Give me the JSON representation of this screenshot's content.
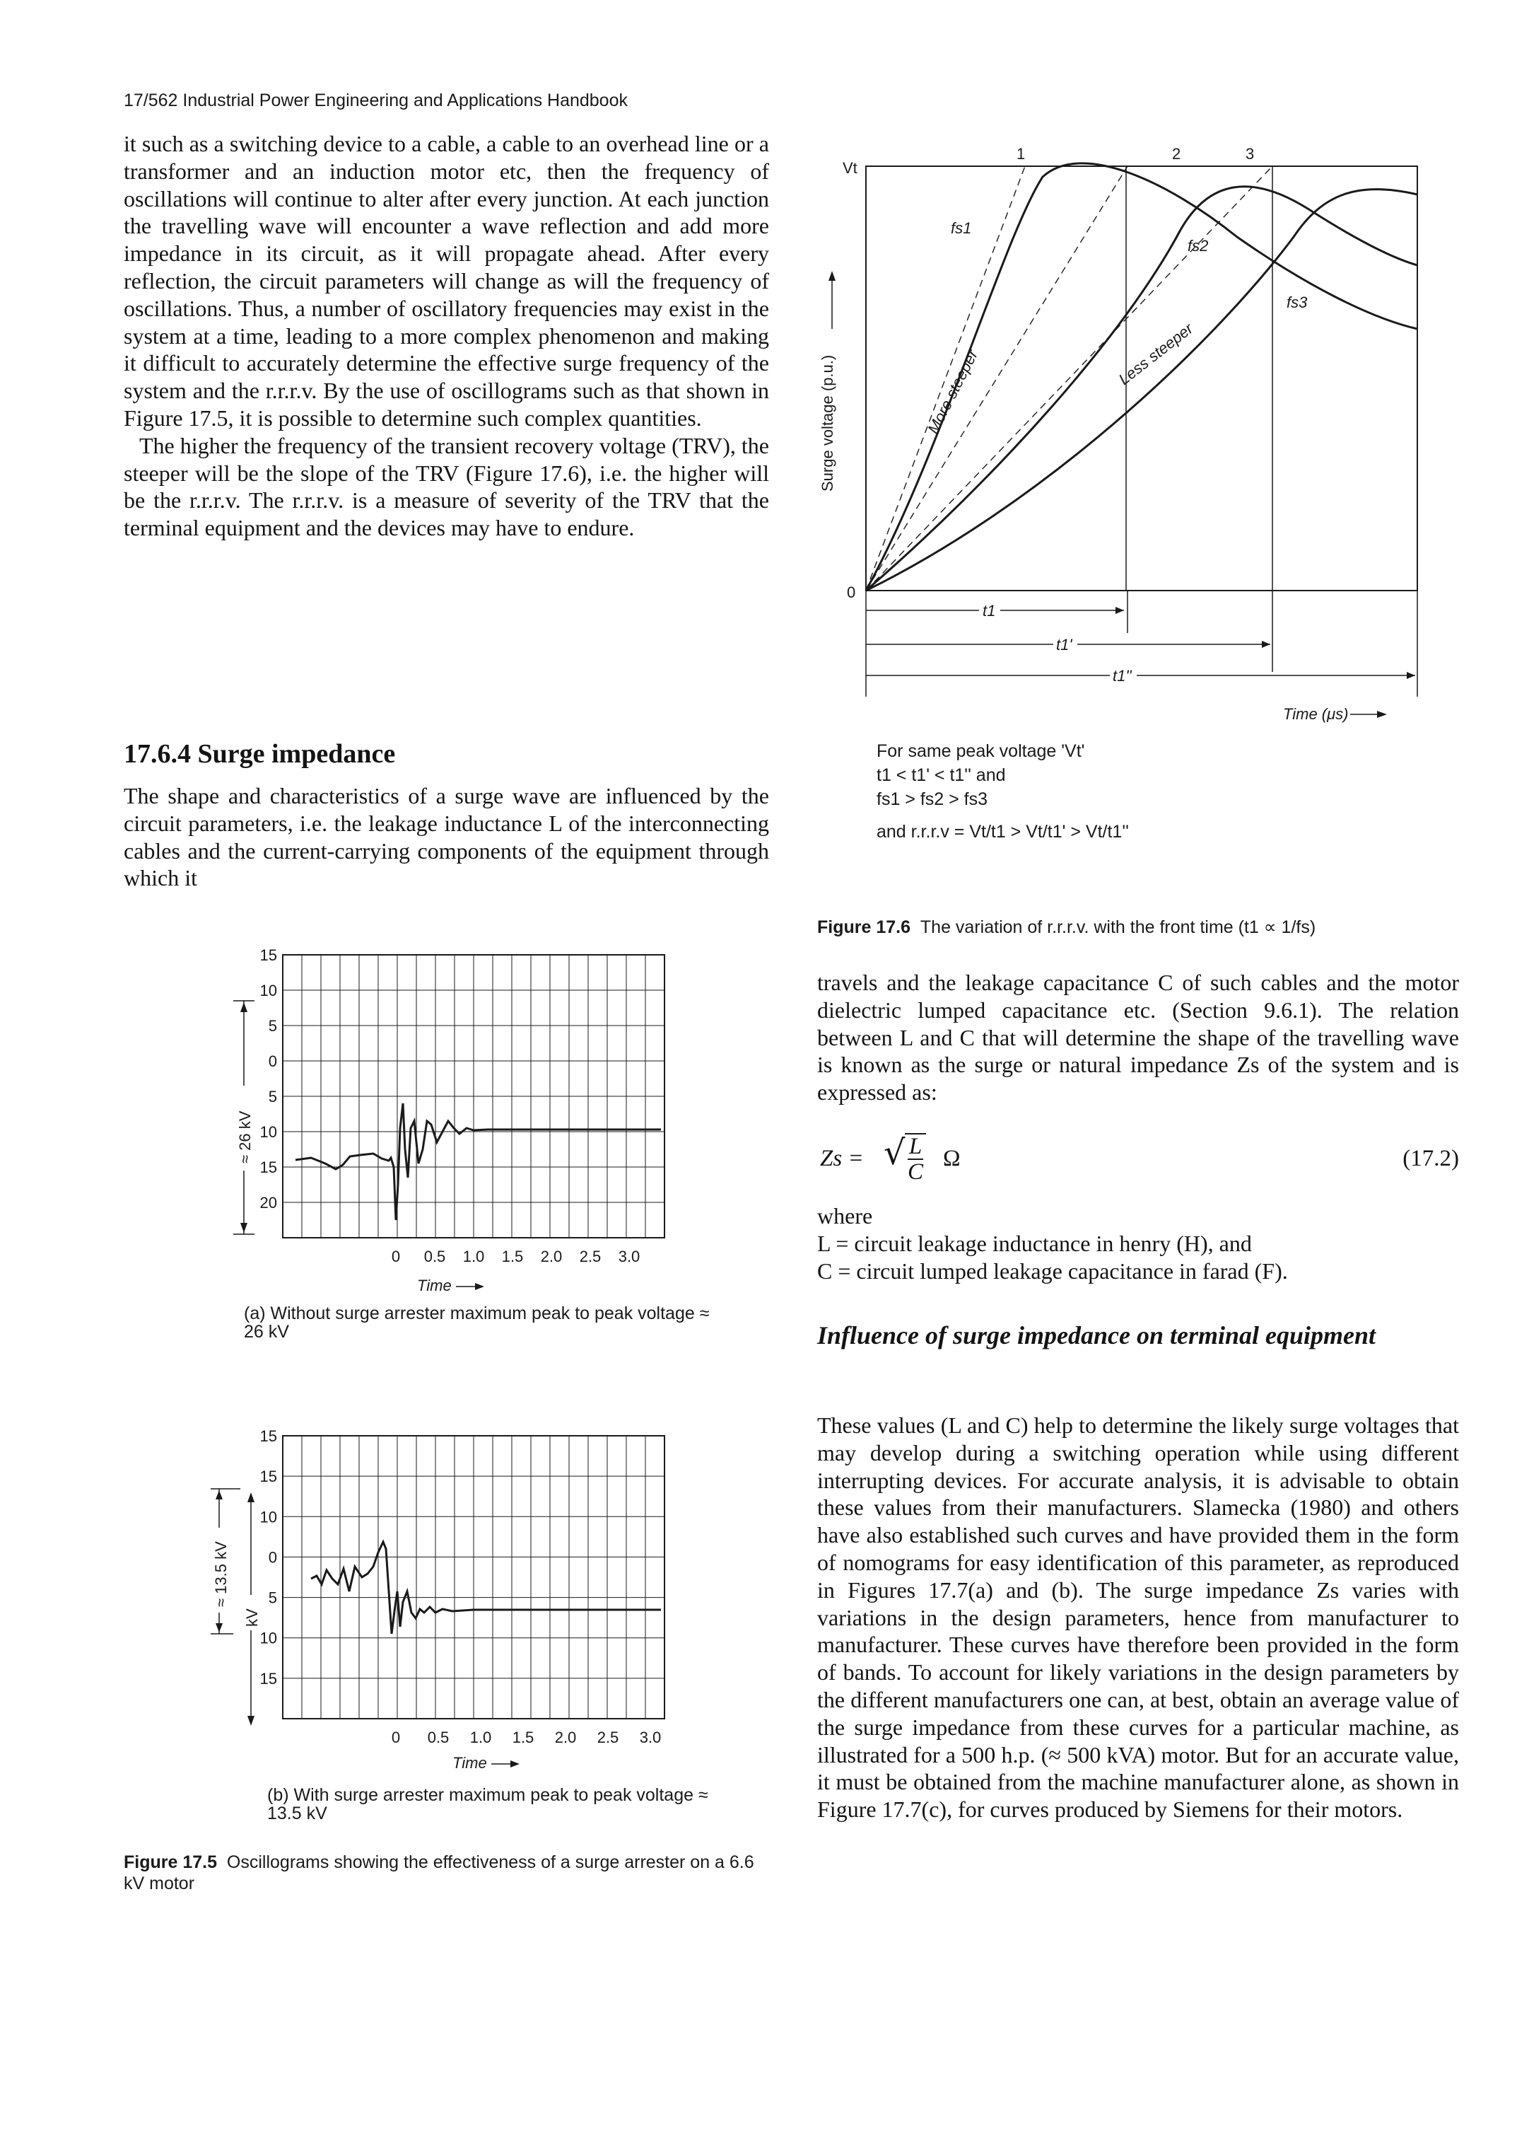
{
  "header": "17/562 Industrial Power Engineering and Applications Handbook",
  "left_top_paragraphs": [
    "it such as a switching device to a cable, a cable to an overhead line or a transformer and an induction motor etc, then the frequency of oscillations will continue to alter after every junction. At each junction the travelling wave will encounter a wave reflection and add more impedance in its circuit, as it will propagate ahead. After every reflection, the circuit parameters will change as will the frequency of oscillations. Thus, a number of oscillatory frequencies may exist in the system at a time, leading to a more complex phenomenon and making it difficult to accurately determine the effective surge frequency of the system and the r.r.r.v. By the use of oscillograms such as that shown in Figure 17.5, it is possible to determine such complex quantities.",
    "The higher the frequency of the transient recovery voltage (TRV), the steeper will be the slope of the TRV (Figure 17.6), i.e. the higher will be the r.r.r.v. The r.r.r.v. is a measure of severity of the TRV that the terminal equipment and the devices may have to endure."
  ],
  "section_title": "17.6.4 Surge impedance",
  "left_section_text": "The shape and characteristics of a surge wave are influenced by the circuit parameters, i.e. the leakage inductance L of the interconnecting cables and the current-carrying components of the equipment through which it",
  "right_section_text": "travels and the leakage capacitance C of such cables and the motor dielectric lumped capacitance etc. (Section 9.6.1). The relation between L and C that will determine the shape of the travelling wave is known as the surge or natural impedance Zs of the system and is expressed as:",
  "equation": {
    "lhs": "Zs =",
    "numer": "L",
    "denom": "C",
    "unit": "Ω",
    "number": "(17.2)"
  },
  "where": "where",
  "defs": [
    "L = circuit leakage inductance in henry (H), and",
    "C = circuit lumped leakage capacitance in farad (F)."
  ],
  "subsection_title": "Influence of surge impedance on terminal equipment",
  "subsection_text": "These values (L and C) help to determine the likely surge voltages that may develop during a switching operation while using different interrupting devices. For accurate analysis, it is advisable to obtain these values from their manufacturers. Slamecka (1980) and others have also established such curves and have provided them in the form of nomograms for easy identification of this parameter, as reproduced in Figures 17.7(a) and (b). The surge impedance Zs varies with variations in the design parameters, hence from manufacturer to manufacturer. These curves have therefore been provided in the form of bands. To account for likely variations in the design parameters by the different manufacturers one can, at best, obtain an average value of the surge impedance from these curves for a particular machine, as illustrated for a 500 h.p. (≈ 500 kVA) motor. But for an accurate value, it must be obtained from the machine manufacturer alone, as shown in Figure 17.7(c), for curves produced by Siemens for their motors.",
  "fig176": {
    "caption_num": "Figure 17.6",
    "caption_text": "The variation of r.r.r.v. with the front time (t1 ∝ 1/fs)",
    "ylabel": "Surge voltage (p.u.)",
    "vt": "Vt",
    "zero": "0",
    "xlabel": "Time (μs)",
    "curve_nums": [
      "1",
      "2",
      "3"
    ],
    "freq_labels": [
      "fs1",
      "fs2",
      "fs3"
    ],
    "t_labels": [
      "t1",
      "t1'",
      "t1''"
    ],
    "slope_labels": [
      "More steeper",
      "Less steeper"
    ],
    "notes": [
      "For same peak voltage 'Vt'",
      "t1 < t1' < t1'' and",
      "fs1 > fs2 > fs3",
      "and r.r.r.v = Vt/t1 > Vt/t1' > Vt/t1''"
    ]
  },
  "fig175": {
    "caption_num": "Figure 17.5",
    "caption_text": "Oscillograms showing the effectiveness of a surge arrester on a 6.6 kV motor",
    "a": {
      "y_ticks": [
        "15",
        "10",
        "5",
        "0",
        "5",
        "10",
        "15",
        "20"
      ],
      "x_ticks": [
        "0",
        "0.5",
        "1.0",
        "1.5",
        "2.0",
        "2.5",
        "3.0"
      ],
      "side_label": "≈ 26 kV",
      "xlabel": "Time",
      "caption": "(a) Without surge arrester maximum peak to peak voltage ≈ 26 kV"
    },
    "b": {
      "y_ticks": [
        "15",
        "15",
        "10",
        "0",
        "5",
        "10",
        "15"
      ],
      "x_ticks": [
        "0",
        "0.5",
        "1.0",
        "1.5",
        "2.0",
        "2.5",
        "3.0"
      ],
      "side_label": "≈ 13.5 kV",
      "kv_label": "kV",
      "xlabel": "Time",
      "caption": "(b) With surge arrester maximum peak to peak voltage ≈ 13.5 kV"
    }
  },
  "chart_data": [
    {
      "type": "line",
      "title": "Figure 17.6",
      "ylabel": "Surge voltage (p.u.)",
      "xlabel": "Time (μs)",
      "series": [
        {
          "name": "1",
          "peak_time_label": "t1",
          "frequency": "fs1"
        },
        {
          "name": "2",
          "peak_time_label": "t1'",
          "frequency": "fs2"
        },
        {
          "name": "3",
          "peak_time_label": "t1''",
          "frequency": "fs3"
        }
      ]
    },
    {
      "type": "line",
      "title": "(a) Without surge arrester",
      "ylabel": "≈ 26 kV",
      "xlabel": "Time",
      "x": [
        0,
        0.5,
        1.0,
        1.5,
        2.0,
        2.5,
        3.0
      ],
      "peak_to_peak_kV": 26
    },
    {
      "type": "line",
      "title": "(b) With surge arrester",
      "ylabel": "kV",
      "xlabel": "Time",
      "x": [
        0,
        0.5,
        1.0,
        1.5,
        2.0,
        2.5,
        3.0
      ],
      "peak_to_peak_kV": 13.5
    }
  ]
}
